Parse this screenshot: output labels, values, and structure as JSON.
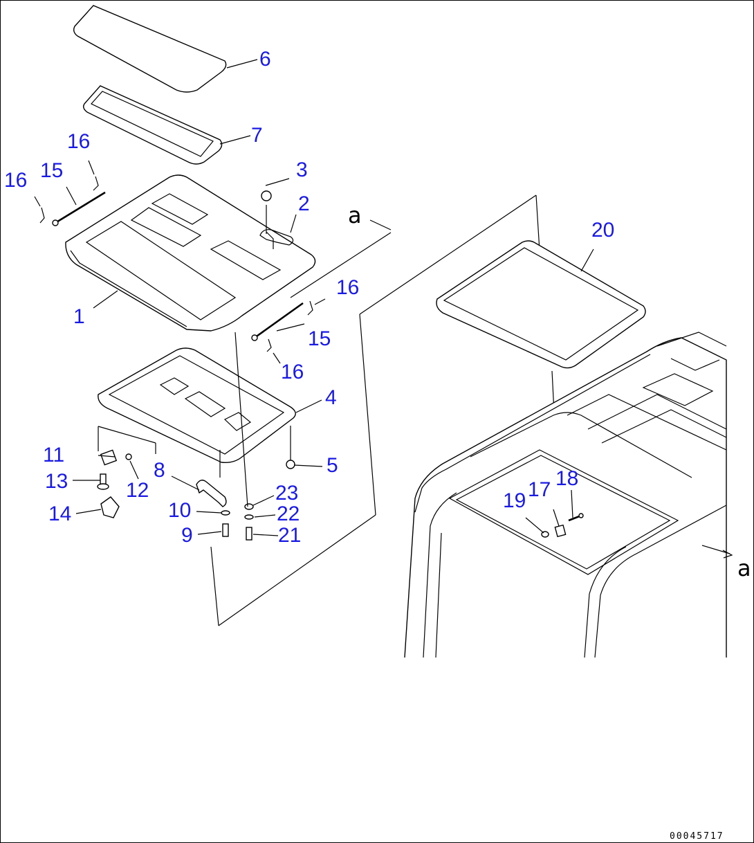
{
  "drawing_code": "00045717",
  "view_marker": "a",
  "label_color": "#1a1ae6",
  "callouts": [
    {
      "id": "c6",
      "text": "6"
    },
    {
      "id": "c7",
      "text": "7"
    },
    {
      "id": "c16a",
      "text": "16"
    },
    {
      "id": "c16b",
      "text": "16"
    },
    {
      "id": "c15a",
      "text": "15"
    },
    {
      "id": "c3",
      "text": "3"
    },
    {
      "id": "c2",
      "text": "2"
    },
    {
      "id": "c1",
      "text": "1"
    },
    {
      "id": "c16c",
      "text": "16"
    },
    {
      "id": "c15b",
      "text": "15"
    },
    {
      "id": "c16d",
      "text": "16"
    },
    {
      "id": "c4",
      "text": "4"
    },
    {
      "id": "c11",
      "text": "11"
    },
    {
      "id": "c5",
      "text": "5"
    },
    {
      "id": "c8",
      "text": "8"
    },
    {
      "id": "c13",
      "text": "13"
    },
    {
      "id": "c12",
      "text": "12"
    },
    {
      "id": "c23",
      "text": "23"
    },
    {
      "id": "c14",
      "text": "14"
    },
    {
      "id": "c10",
      "text": "10"
    },
    {
      "id": "c22",
      "text": "22"
    },
    {
      "id": "c9",
      "text": "9"
    },
    {
      "id": "c21",
      "text": "21"
    },
    {
      "id": "c20",
      "text": "20"
    },
    {
      "id": "c17",
      "text": "17"
    },
    {
      "id": "c18",
      "text": "18"
    },
    {
      "id": "c19",
      "text": "19"
    }
  ]
}
